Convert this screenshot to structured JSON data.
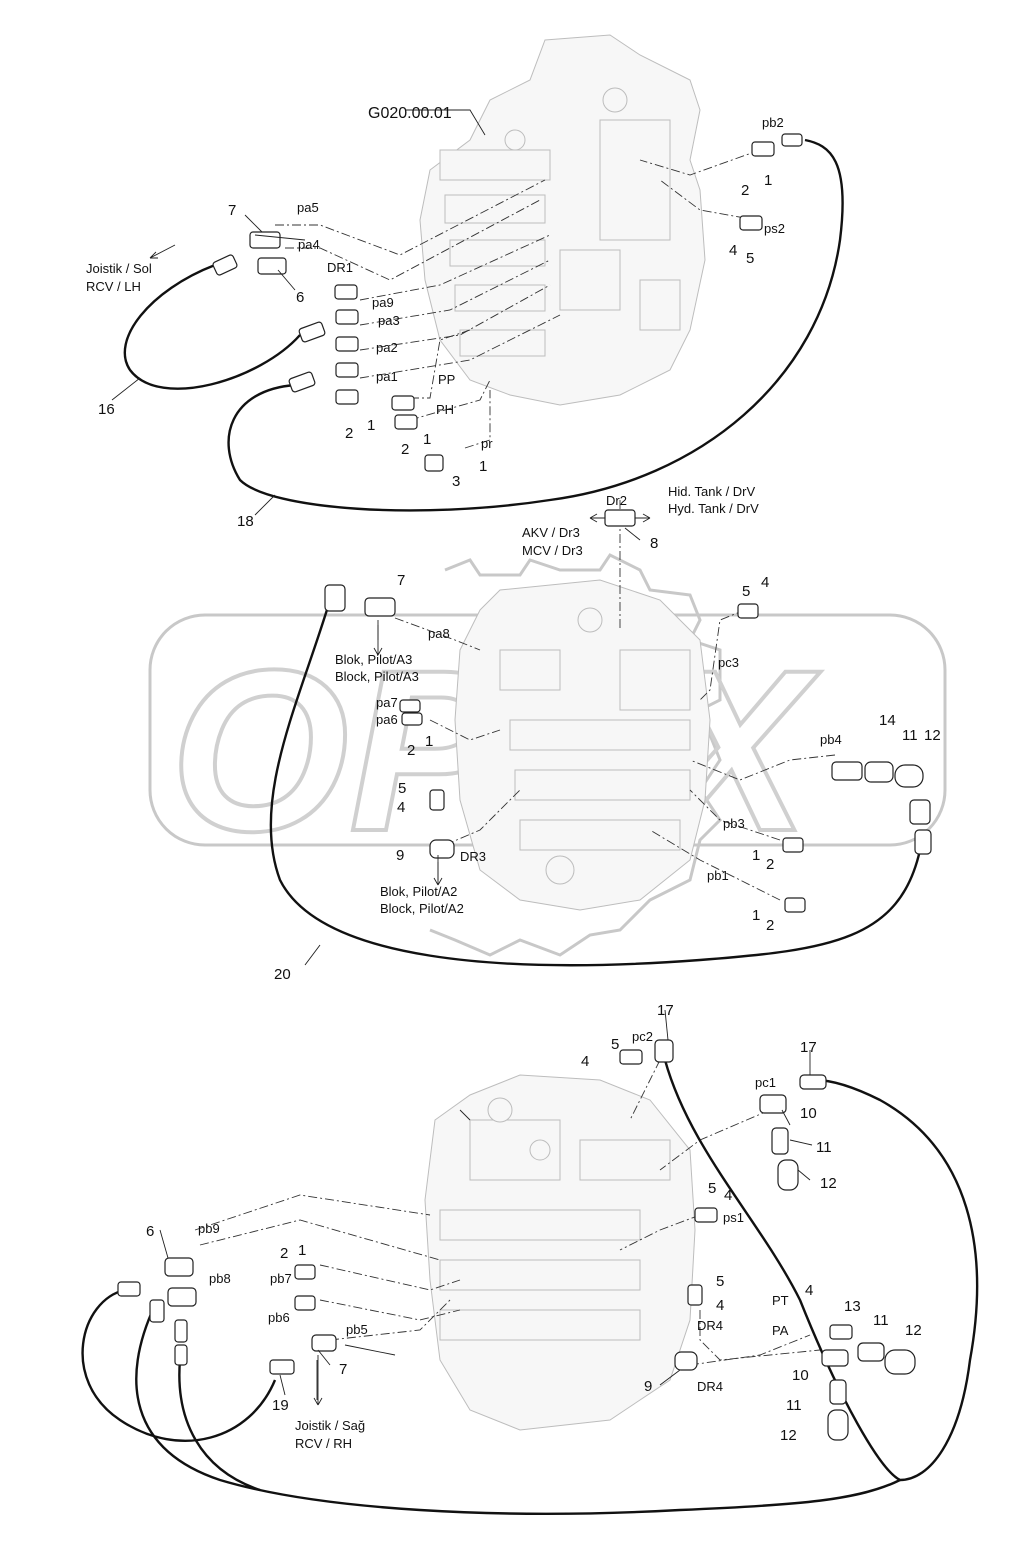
{
  "diagram": {
    "reference_label": "G020.00.01",
    "watermark": "OPEX",
    "text_labels": [
      {
        "id": "pb2",
        "text": "pb2"
      },
      {
        "id": "pa5",
        "text": "pa5"
      },
      {
        "id": "pa4",
        "text": "pa4"
      },
      {
        "id": "dr1",
        "text": "DR1"
      },
      {
        "id": "pa9",
        "text": "pa9"
      },
      {
        "id": "pa3",
        "text": "pa3"
      },
      {
        "id": "pa2",
        "text": "pa2"
      },
      {
        "id": "pa1",
        "text": "pa1"
      },
      {
        "id": "pp",
        "text": "PP"
      },
      {
        "id": "ph",
        "text": "PH"
      },
      {
        "id": "pr",
        "text": "pr"
      },
      {
        "id": "ps2",
        "text": "ps2"
      },
      {
        "id": "joistik-sol",
        "text": "Joistik  / Sol"
      },
      {
        "id": "rcv-lh",
        "text": "RCV / LH"
      },
      {
        "id": "dr2",
        "text": "Dr2"
      },
      {
        "id": "hid-tank",
        "text": "Hid. Tank / DrV"
      },
      {
        "id": "hyd-tank",
        "text": "Hyd. Tank / DrV"
      },
      {
        "id": "akv-dr3",
        "text": "AKV / Dr3"
      },
      {
        "id": "mcv-dr3",
        "text": "MCV / Dr3"
      },
      {
        "id": "pa8",
        "text": "pa8"
      },
      {
        "id": "blok-a3",
        "text": "Blok,  Pilot/A3"
      },
      {
        "id": "block-a3",
        "text": "Block,  Pilot/A3"
      },
      {
        "id": "pc3",
        "text": "pc3"
      },
      {
        "id": "pa7",
        "text": "pa7"
      },
      {
        "id": "pa6",
        "text": "pa6"
      },
      {
        "id": "pb4",
        "text": "pb4"
      },
      {
        "id": "pb3",
        "text": "pb3"
      },
      {
        "id": "pb1",
        "text": "pb1"
      },
      {
        "id": "dr3",
        "text": "DR3"
      },
      {
        "id": "blok-a2",
        "text": "Blok,  Pilot/A2"
      },
      {
        "id": "block-a2",
        "text": "Block,  Pilot/A2"
      },
      {
        "id": "pc2",
        "text": "pc2"
      },
      {
        "id": "pc1",
        "text": "pc1"
      },
      {
        "id": "ps1",
        "text": "ps1"
      },
      {
        "id": "pb9",
        "text": "pb9"
      },
      {
        "id": "pb8",
        "text": "pb8"
      },
      {
        "id": "pb7",
        "text": "pb7"
      },
      {
        "id": "pb6",
        "text": "pb6"
      },
      {
        "id": "pb5",
        "text": "pb5"
      },
      {
        "id": "dr4a",
        "text": "DR4"
      },
      {
        "id": "dr4b",
        "text": "DR4"
      },
      {
        "id": "pt",
        "text": "PT"
      },
      {
        "id": "pa",
        "text": "PA"
      },
      {
        "id": "joistik-sag",
        "text": "Joistik  / Sağ"
      },
      {
        "id": "rcv-rh",
        "text": "RCV / RH"
      }
    ],
    "callouts": [
      "7",
      "6",
      "16",
      "18",
      "2",
      "1",
      "2",
      "1",
      "2",
      "3",
      "1",
      "2",
      "1",
      "4",
      "5",
      "8",
      "7",
      "5",
      "4",
      "2",
      "1",
      "14",
      "11",
      "12",
      "5",
      "4",
      "9",
      "1",
      "2",
      "1",
      "2",
      "20",
      "17",
      "5",
      "4",
      "17",
      "10",
      "11",
      "12",
      "5",
      "4",
      "6",
      "2",
      "1",
      "5",
      "4",
      "4",
      "13",
      "11",
      "12",
      "10",
      "11",
      "12",
      "9",
      "7",
      "19"
    ],
    "colors": {
      "ink": "#111111",
      "block_fill": "#f7f7f7",
      "block_stroke": "#bdbdbd",
      "watermark": "#c8c8c8"
    }
  }
}
